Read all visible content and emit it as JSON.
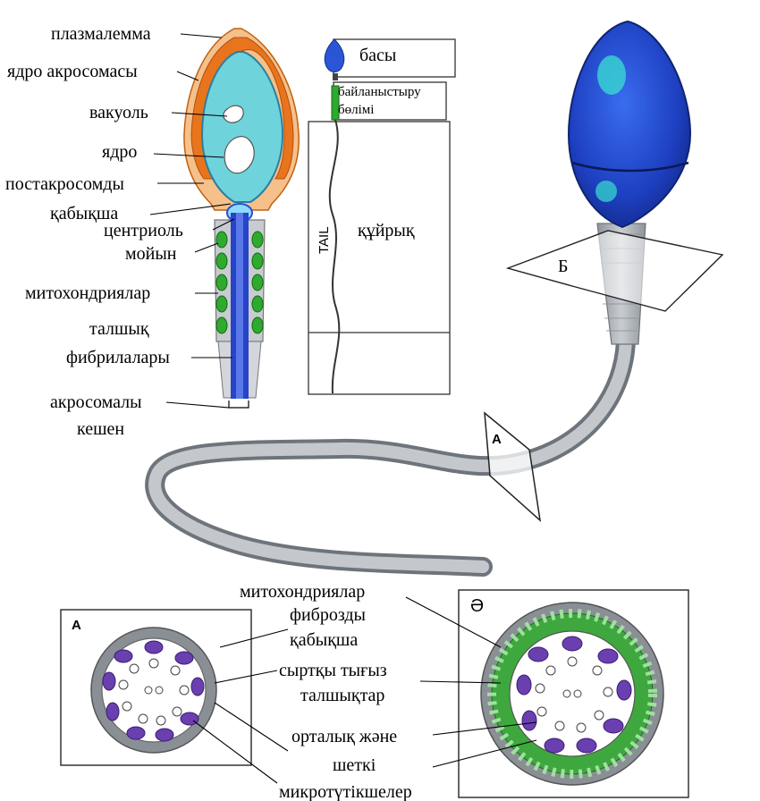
{
  "labels": {
    "plasmalemma": "плазмалемма",
    "acrosome_nucleus": "ядро акросомасы",
    "vacuole": "вакуоль",
    "nucleus": "ядро",
    "postacrosomal_1": "постакросомды",
    "postacrosomal_2": "қабықша",
    "centriole": "центриоль",
    "neck": "мойын",
    "mitochondria_left": "митохондриялар",
    "axial_1": "талшық",
    "axial_2": "фибрилалары",
    "acrosomal_1": "акросомалы",
    "acrosomal_2": "кешен",
    "head": "басы",
    "connecting_1": "байланыстыру",
    "connecting_2": "бөлімі",
    "tail_en": "TAIL",
    "tail_kz": "құйрық",
    "plane_b": "Б",
    "plane_a": "А",
    "box_a": "А",
    "box_ae": "Ә",
    "mitochondria_right": "митохондриялар",
    "fibrous_1": "фиброзды",
    "fibrous_2": "қабықша",
    "outer_dense_1": "сыртқы тығыз",
    "outer_dense_2": "талшықтар",
    "central_1": "орталық және",
    "central_2": "шеткі",
    "central_3": "микротүтікшелер"
  },
  "colors": {
    "head_blue": "#2244c8",
    "nucleus_fill": "#6fd3dc",
    "acrosome_orange": "#e8741c",
    "mito_green": "#2eaa2e",
    "tail_grey": "#a9aeb4",
    "doublet_purple": "#6a3fb0"
  }
}
